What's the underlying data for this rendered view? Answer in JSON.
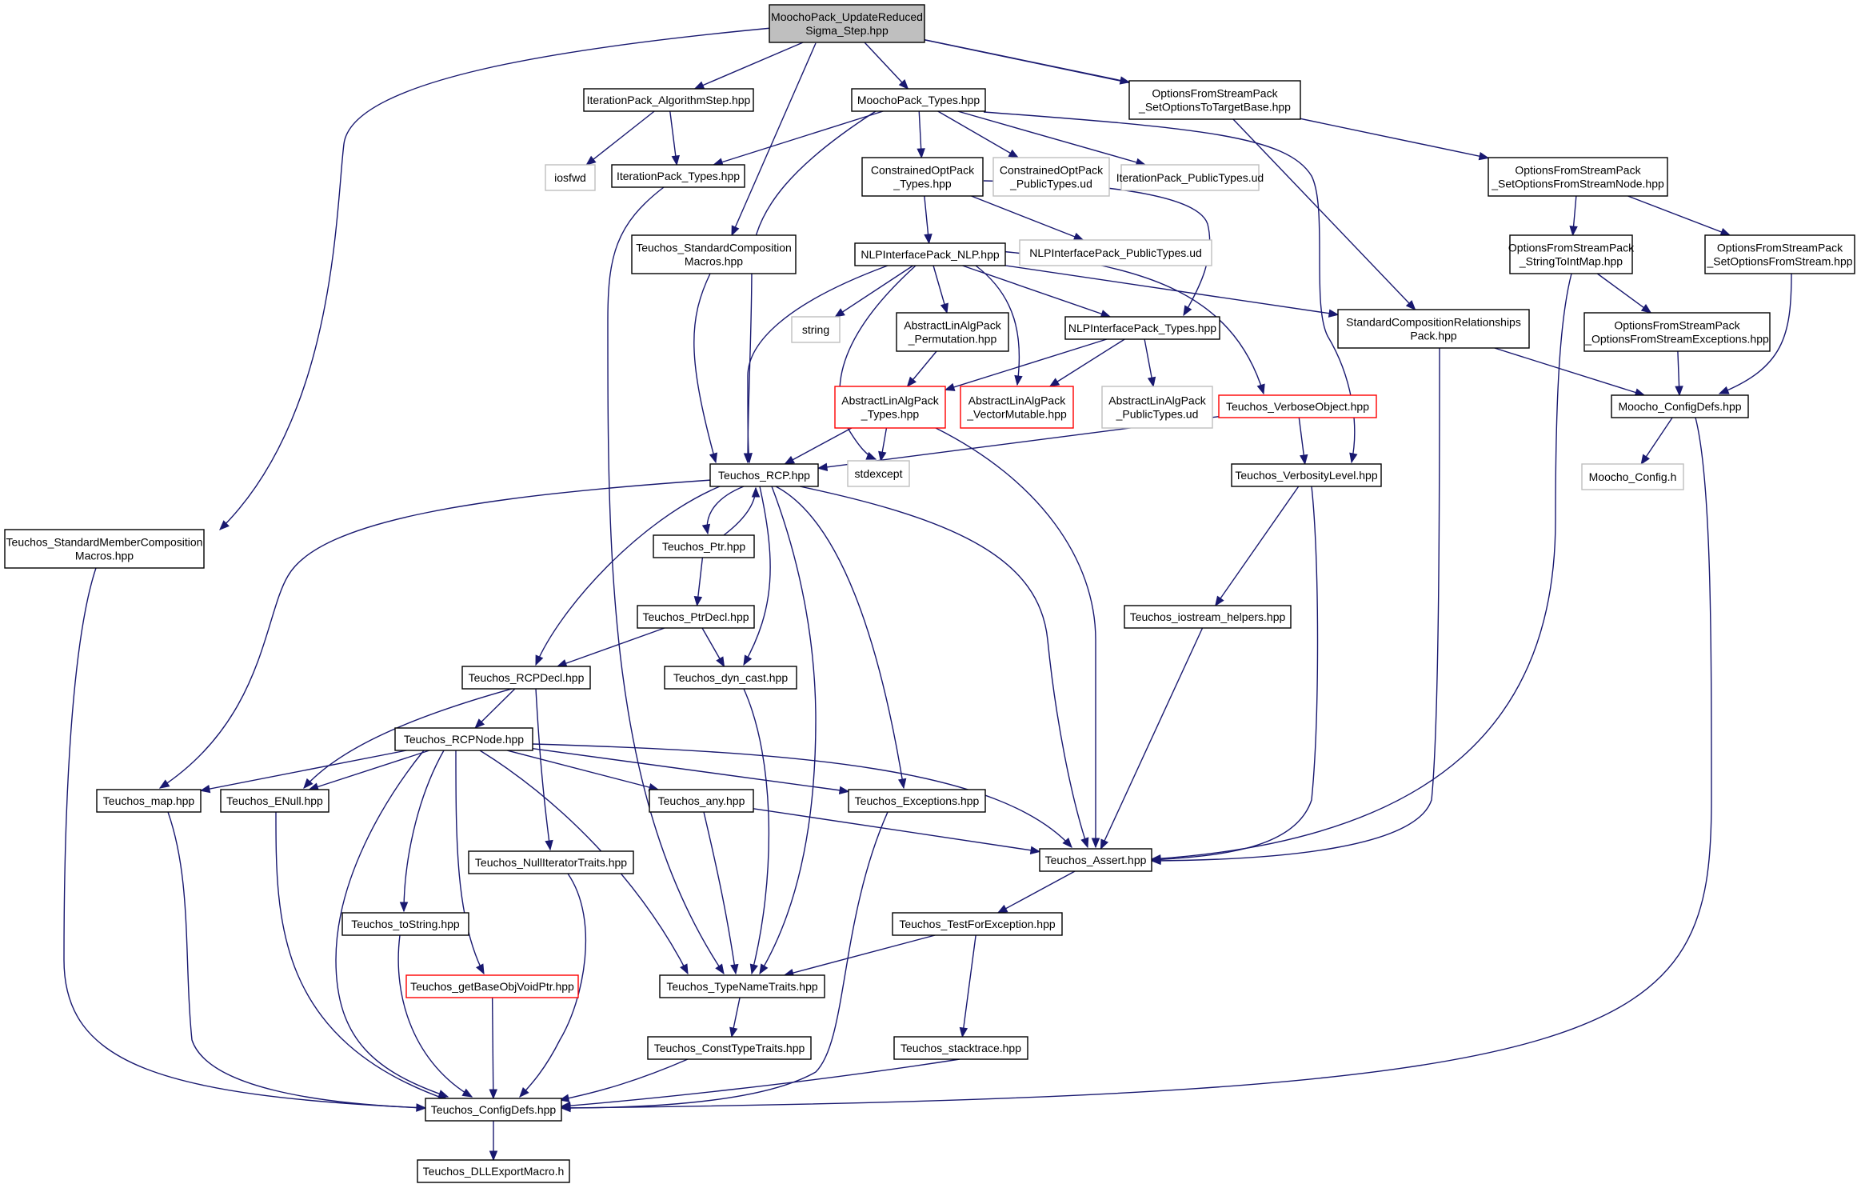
{
  "diagram": {
    "colors": {
      "edge": "#191970",
      "node_border": "#000000",
      "node_border_external": "#bfbfbf",
      "node_border_truncated": "#ff0000",
      "root_fill": "#bfbfbf",
      "node_fill": "#ffffff"
    },
    "nodes": [
      {
        "id": "root",
        "lines": [
          "MoochoPack_UpdateReduced",
          "Sigma_Step.hpp"
        ],
        "style": "root"
      },
      {
        "id": "iterAlgStep",
        "lines": [
          "IterationPack_AlgorithmStep.hpp"
        ],
        "style": "normal"
      },
      {
        "id": "moochoTypes",
        "lines": [
          "MoochoPack_Types.hpp"
        ],
        "style": "normal"
      },
      {
        "id": "optsTarget",
        "lines": [
          "OptionsFromStreamPack",
          "_SetOptionsToTargetBase.hpp"
        ],
        "style": "normal"
      },
      {
        "id": "iosfwd",
        "lines": [
          "iosfwd"
        ],
        "style": "external"
      },
      {
        "id": "iterTypes",
        "lines": [
          "IterationPack_Types.hpp"
        ],
        "style": "normal"
      },
      {
        "id": "constrTypes",
        "lines": [
          "ConstrainedOptPack",
          "_Types.hpp"
        ],
        "style": "normal"
      },
      {
        "id": "constrPub",
        "lines": [
          "ConstrainedOptPack",
          "_PublicTypes.ud"
        ],
        "style": "external"
      },
      {
        "id": "iterPub",
        "lines": [
          "IterationPack_PublicTypes.ud"
        ],
        "style": "external"
      },
      {
        "id": "optsNode",
        "lines": [
          "OptionsFromStreamPack",
          "_SetOptionsFromStreamNode.hpp"
        ],
        "style": "normal"
      },
      {
        "id": "stdComp",
        "lines": [
          "Teuchos_StandardComposition",
          "Macros.hpp"
        ],
        "style": "normal"
      },
      {
        "id": "nlp",
        "lines": [
          "NLPInterfacePack_NLP.hpp"
        ],
        "style": "normal"
      },
      {
        "id": "nlpPub",
        "lines": [
          "NLPInterfacePack_PublicTypes.ud"
        ],
        "style": "external"
      },
      {
        "id": "strToInt",
        "lines": [
          "OptionsFromStreamPack",
          "_StringToIntMap.hpp"
        ],
        "style": "normal"
      },
      {
        "id": "setFromStream",
        "lines": [
          "OptionsFromStreamPack",
          "_SetOptionsFromStream.hpp"
        ],
        "style": "normal"
      },
      {
        "id": "string",
        "lines": [
          "string"
        ],
        "style": "external"
      },
      {
        "id": "permut",
        "lines": [
          "AbstractLinAlgPack",
          "_Permutation.hpp"
        ],
        "style": "normal"
      },
      {
        "id": "nlpTypes",
        "lines": [
          "NLPInterfacePack_Types.hpp"
        ],
        "style": "normal"
      },
      {
        "id": "stdCompRel",
        "lines": [
          "StandardCompositionRelationships",
          "Pack.hpp"
        ],
        "style": "normal"
      },
      {
        "id": "optsExc",
        "lines": [
          "OptionsFromStreamPack",
          "_OptionsFromStreamExceptions.hpp"
        ],
        "style": "normal"
      },
      {
        "id": "alaTypes",
        "lines": [
          "AbstractLinAlgPack",
          "_Types.hpp"
        ],
        "style": "truncated"
      },
      {
        "id": "vecMut",
        "lines": [
          "AbstractLinAlgPack",
          "_VectorMutable.hpp"
        ],
        "style": "truncated"
      },
      {
        "id": "alaPub",
        "lines": [
          "AbstractLinAlgPack",
          "_PublicTypes.ud"
        ],
        "style": "external"
      },
      {
        "id": "verbObj",
        "lines": [
          "Teuchos_VerboseObject.hpp"
        ],
        "style": "truncated"
      },
      {
        "id": "moochoCfg",
        "lines": [
          "Moocho_ConfigDefs.hpp"
        ],
        "style": "normal"
      },
      {
        "id": "rcp",
        "lines": [
          "Teuchos_RCP.hpp"
        ],
        "style": "normal"
      },
      {
        "id": "stdexcept",
        "lines": [
          "stdexcept"
        ],
        "style": "external"
      },
      {
        "id": "verbLvl",
        "lines": [
          "Teuchos_VerbosityLevel.hpp"
        ],
        "style": "normal"
      },
      {
        "id": "moochoConfH",
        "lines": [
          "Moocho_Config.h"
        ],
        "style": "external"
      },
      {
        "id": "stdMember",
        "lines": [
          "Teuchos_StandardMemberComposition",
          "Macros.hpp"
        ],
        "style": "normal"
      },
      {
        "id": "ptr",
        "lines": [
          "Teuchos_Ptr.hpp"
        ],
        "style": "normal"
      },
      {
        "id": "ptrDecl",
        "lines": [
          "Teuchos_PtrDecl.hpp"
        ],
        "style": "normal"
      },
      {
        "id": "iostream",
        "lines": [
          "Teuchos_iostream_helpers.hpp"
        ],
        "style": "normal"
      },
      {
        "id": "rcpDecl",
        "lines": [
          "Teuchos_RCPDecl.hpp"
        ],
        "style": "normal"
      },
      {
        "id": "dynCast",
        "lines": [
          "Teuchos_dyn_cast.hpp"
        ],
        "style": "normal"
      },
      {
        "id": "rcpNode",
        "lines": [
          "Teuchos_RCPNode.hpp"
        ],
        "style": "normal"
      },
      {
        "id": "map",
        "lines": [
          "Teuchos_map.hpp"
        ],
        "style": "normal"
      },
      {
        "id": "enull",
        "lines": [
          "Teuchos_ENull.hpp"
        ],
        "style": "normal"
      },
      {
        "id": "any",
        "lines": [
          "Teuchos_any.hpp"
        ],
        "style": "normal"
      },
      {
        "id": "exceptions",
        "lines": [
          "Teuchos_Exceptions.hpp"
        ],
        "style": "normal"
      },
      {
        "id": "assert",
        "lines": [
          "Teuchos_Assert.hpp"
        ],
        "style": "normal"
      },
      {
        "id": "nullIter",
        "lines": [
          "Teuchos_NullIteratorTraits.hpp"
        ],
        "style": "normal"
      },
      {
        "id": "testExc",
        "lines": [
          "Teuchos_TestForException.hpp"
        ],
        "style": "normal"
      },
      {
        "id": "toString",
        "lines": [
          "Teuchos_toString.hpp"
        ],
        "style": "normal"
      },
      {
        "id": "getBase",
        "lines": [
          "Teuchos_getBaseObjVoidPtr.hpp"
        ],
        "style": "truncated"
      },
      {
        "id": "typeName",
        "lines": [
          "Teuchos_TypeNameTraits.hpp"
        ],
        "style": "normal"
      },
      {
        "id": "constType",
        "lines": [
          "Teuchos_ConstTypeTraits.hpp"
        ],
        "style": "normal"
      },
      {
        "id": "stacktrace",
        "lines": [
          "Teuchos_stacktrace.hpp"
        ],
        "style": "normal"
      },
      {
        "id": "configDefs",
        "lines": [
          "Teuchos_ConfigDefs.hpp"
        ],
        "style": "normal"
      },
      {
        "id": "dllExport",
        "lines": [
          "Teuchos_DLLExportMacro.h"
        ],
        "style": "normal"
      }
    ],
    "edges": [
      [
        "root",
        "iterAlgStep"
      ],
      [
        "root",
        "moochoTypes"
      ],
      [
        "root",
        "optsTarget"
      ],
      [
        "root",
        "optsNode"
      ],
      [
        "root",
        "stdComp"
      ],
      [
        "root",
        "stdMember"
      ],
      [
        "iterAlgStep",
        "iosfwd"
      ],
      [
        "iterAlgStep",
        "iterTypes"
      ],
      [
        "moochoTypes",
        "iterTypes"
      ],
      [
        "moochoTypes",
        "constrTypes"
      ],
      [
        "moochoTypes",
        "constrPub"
      ],
      [
        "moochoTypes",
        "iterPub"
      ],
      [
        "moochoTypes",
        "rcp"
      ],
      [
        "moochoTypes",
        "verbLvl"
      ],
      [
        "optsTarget",
        "stdCompRel"
      ],
      [
        "iterTypes",
        "typeName"
      ],
      [
        "constrTypes",
        "nlp"
      ],
      [
        "constrTypes",
        "nlpPub"
      ],
      [
        "constrTypes",
        "nlpTypes"
      ],
      [
        "optsNode",
        "strToInt"
      ],
      [
        "optsNode",
        "setFromStream"
      ],
      [
        "stdComp",
        "rcp"
      ],
      [
        "nlp",
        "string"
      ],
      [
        "nlp",
        "permut"
      ],
      [
        "nlp",
        "nlpTypes"
      ],
      [
        "nlp",
        "stdCompRel"
      ],
      [
        "nlp",
        "vecMut"
      ],
      [
        "nlp",
        "verbObj"
      ],
      [
        "nlp",
        "rcp"
      ],
      [
        "nlp",
        "stdexcept"
      ],
      [
        "strToInt",
        "optsExc"
      ],
      [
        "strToInt",
        "assert"
      ],
      [
        "setFromStream",
        "moochoCfg"
      ],
      [
        "permut",
        "alaTypes"
      ],
      [
        "nlpTypes",
        "alaTypes"
      ],
      [
        "nlpTypes",
        "vecMut"
      ],
      [
        "nlpTypes",
        "alaPub"
      ],
      [
        "stdCompRel",
        "moochoCfg"
      ],
      [
        "stdCompRel",
        "assert"
      ],
      [
        "optsExc",
        "moochoCfg"
      ],
      [
        "alaTypes",
        "rcp"
      ],
      [
        "alaTypes",
        "stdexcept"
      ],
      [
        "alaTypes",
        "assert"
      ],
      [
        "verbObj",
        "rcp"
      ],
      [
        "verbObj",
        "verbLvl"
      ],
      [
        "moochoCfg",
        "moochoConfH"
      ],
      [
        "moochoCfg",
        "configDefs"
      ],
      [
        "rcp",
        "ptr"
      ],
      [
        "rcp",
        "rcpDecl"
      ],
      [
        "rcp",
        "dynCast"
      ],
      [
        "rcp",
        "map"
      ],
      [
        "rcp",
        "exceptions"
      ],
      [
        "rcp",
        "assert"
      ],
      [
        "rcp",
        "typeName"
      ],
      [
        "verbLvl",
        "iostream"
      ],
      [
        "verbLvl",
        "assert"
      ],
      [
        "stdMember",
        "configDefs"
      ],
      [
        "ptr",
        "rcp"
      ],
      [
        "ptr",
        "ptrDecl"
      ],
      [
        "ptrDecl",
        "rcpDecl"
      ],
      [
        "ptrDecl",
        "dynCast"
      ],
      [
        "iostream",
        "assert"
      ],
      [
        "rcpDecl",
        "rcpNode"
      ],
      [
        "rcpDecl",
        "enull"
      ],
      [
        "rcpDecl",
        "nullIter"
      ],
      [
        "dynCast",
        "typeName"
      ],
      [
        "rcpNode",
        "map"
      ],
      [
        "rcpNode",
        "enull"
      ],
      [
        "rcpNode",
        "any"
      ],
      [
        "rcpNode",
        "exceptions"
      ],
      [
        "rcpNode",
        "assert"
      ],
      [
        "rcpNode",
        "toString"
      ],
      [
        "rcpNode",
        "getBase"
      ],
      [
        "rcpNode",
        "typeName"
      ],
      [
        "rcpNode",
        "configDefs"
      ],
      [
        "map",
        "configDefs"
      ],
      [
        "enull",
        "configDefs"
      ],
      [
        "any",
        "assert"
      ],
      [
        "any",
        "typeName"
      ],
      [
        "exceptions",
        "configDefs"
      ],
      [
        "assert",
        "testExc"
      ],
      [
        "nullIter",
        "configDefs"
      ],
      [
        "testExc",
        "typeName"
      ],
      [
        "testExc",
        "stacktrace"
      ],
      [
        "toString",
        "configDefs"
      ],
      [
        "getBase",
        "configDefs"
      ],
      [
        "typeName",
        "constType"
      ],
      [
        "constType",
        "configDefs"
      ],
      [
        "stacktrace",
        "configDefs"
      ],
      [
        "configDefs",
        "dllExport"
      ]
    ]
  }
}
